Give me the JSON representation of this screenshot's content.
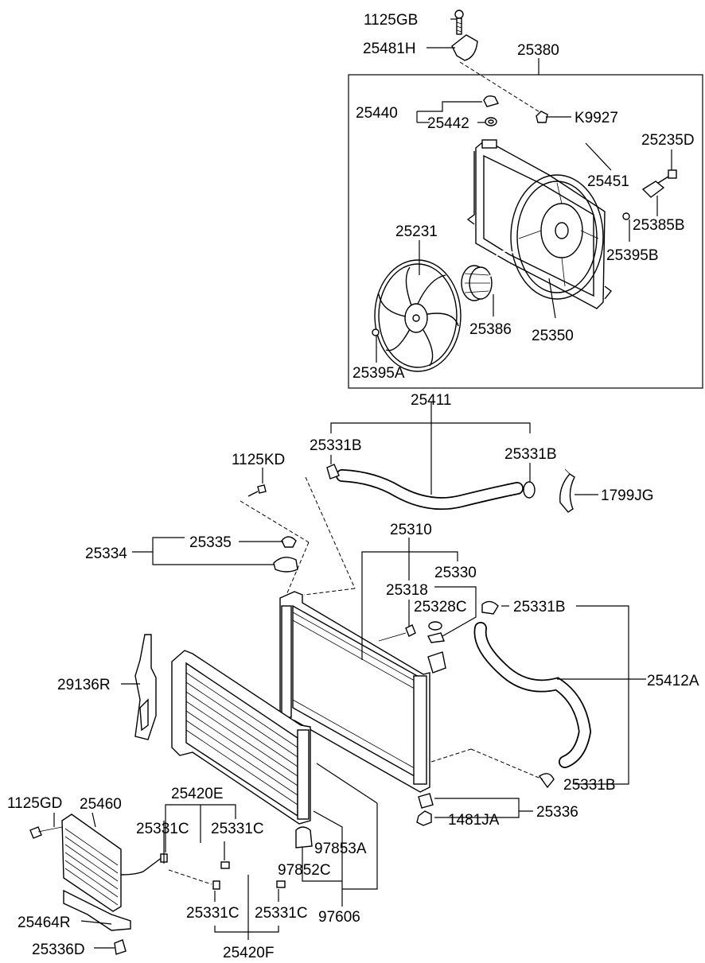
{
  "labels": {
    "l1125GB": "1125GB",
    "l25481H": "25481H",
    "l25380": "25380",
    "l25440": "25440",
    "l25442": "25442",
    "lK9927": "K9927",
    "l25235D": "25235D",
    "l25451": "25451",
    "l25385B": "25385B",
    "l25395B": "25395B",
    "l25231": "25231",
    "l25386": "25386",
    "l25350": "25350",
    "l25395A": "25395A",
    "l25411": "25411",
    "l25331B_a": "25331B",
    "l25331B_b": "25331B",
    "l1125KD": "1125KD",
    "l1799JG": "1799JG",
    "l25310": "25310",
    "l25335": "25335",
    "l25334": "25334",
    "l25330": "25330",
    "l25318": "25318",
    "l25328C": "25328C",
    "l25331B_c": "25331B",
    "l25412A": "25412A",
    "l29136R": "29136R",
    "l25331B_d": "25331B",
    "l25336": "25336",
    "l1481JA": "1481JA",
    "l25420E": "25420E",
    "l1125GD": "1125GD",
    "l25460": "25460",
    "l25331C_a": "25331C",
    "l25331C_b": "25331C",
    "l97853A": "97853A",
    "l97852C": "97852C",
    "l25331C_c": "25331C",
    "l25331C_d": "25331C",
    "l97606": "97606",
    "l25464R": "25464R",
    "l25336D": "25336D",
    "l25420F": "25420F"
  }
}
